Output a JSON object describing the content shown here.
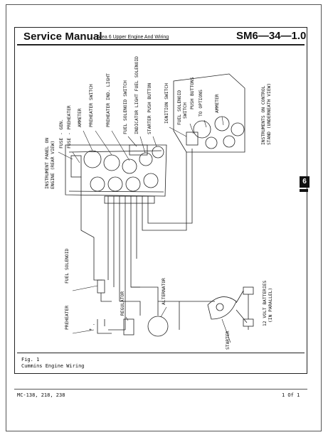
{
  "header": {
    "title": "Service Manual",
    "subtitle": "Area 6 Upper Engine And Wiring",
    "section_code": "SM6—34—1.0"
  },
  "tab": {
    "label": "6"
  },
  "diagram_labels": {
    "instrument_panel": "INSTRUMENT PANEL ON",
    "instrument_panel2": "ENGINE (REAR VIEW)",
    "fuse_gen": "FUSE - GEN.",
    "fuse_preheater": "FUSE - PREHEATER",
    "ammeter": "AMMETER",
    "preheater_switch": "PREHEATER SWITCH",
    "preheater_light": "PREHEATER IND. LIGHT",
    "fuel_solenoid_switch": "FUEL SOLENOID SWITCH",
    "indicator_light": "INDICATOR LIGHT FUEL SOLENOID",
    "starter_push": "STARTER PUSH BUTTON",
    "ignition_switch": "IGNITION SWITCH",
    "fuel_solenoid_switch2a": "FUEL SOLENOID",
    "fuel_solenoid_switch2b": "SWITCH",
    "push_buttons": "PUSH BUTTONS",
    "to_options": "TO OPTIONS",
    "ammeter2": "AMMETER",
    "instruments_control": "INSTRUMENTS ON CONTROL",
    "instruments_control2": "STAND (UNDERNEATH VIEW)",
    "fuel_solenoid": "FUEL SOLENOID",
    "preheater": "PREHEATER",
    "regulator": "REGULATOR",
    "alternator": "ALTERNATOR",
    "batteries": "12 VOLT BATTERIES",
    "batteries2": "(IN PARALLEL)",
    "starter": "STARTER",
    "plus": "+",
    "minus": "-"
  },
  "figure": {
    "number": "Fig. 1",
    "caption": "Cummins Engine Wiring"
  },
  "footer": {
    "models": "MC-138, 218, 238",
    "page": "1 Of 1"
  }
}
